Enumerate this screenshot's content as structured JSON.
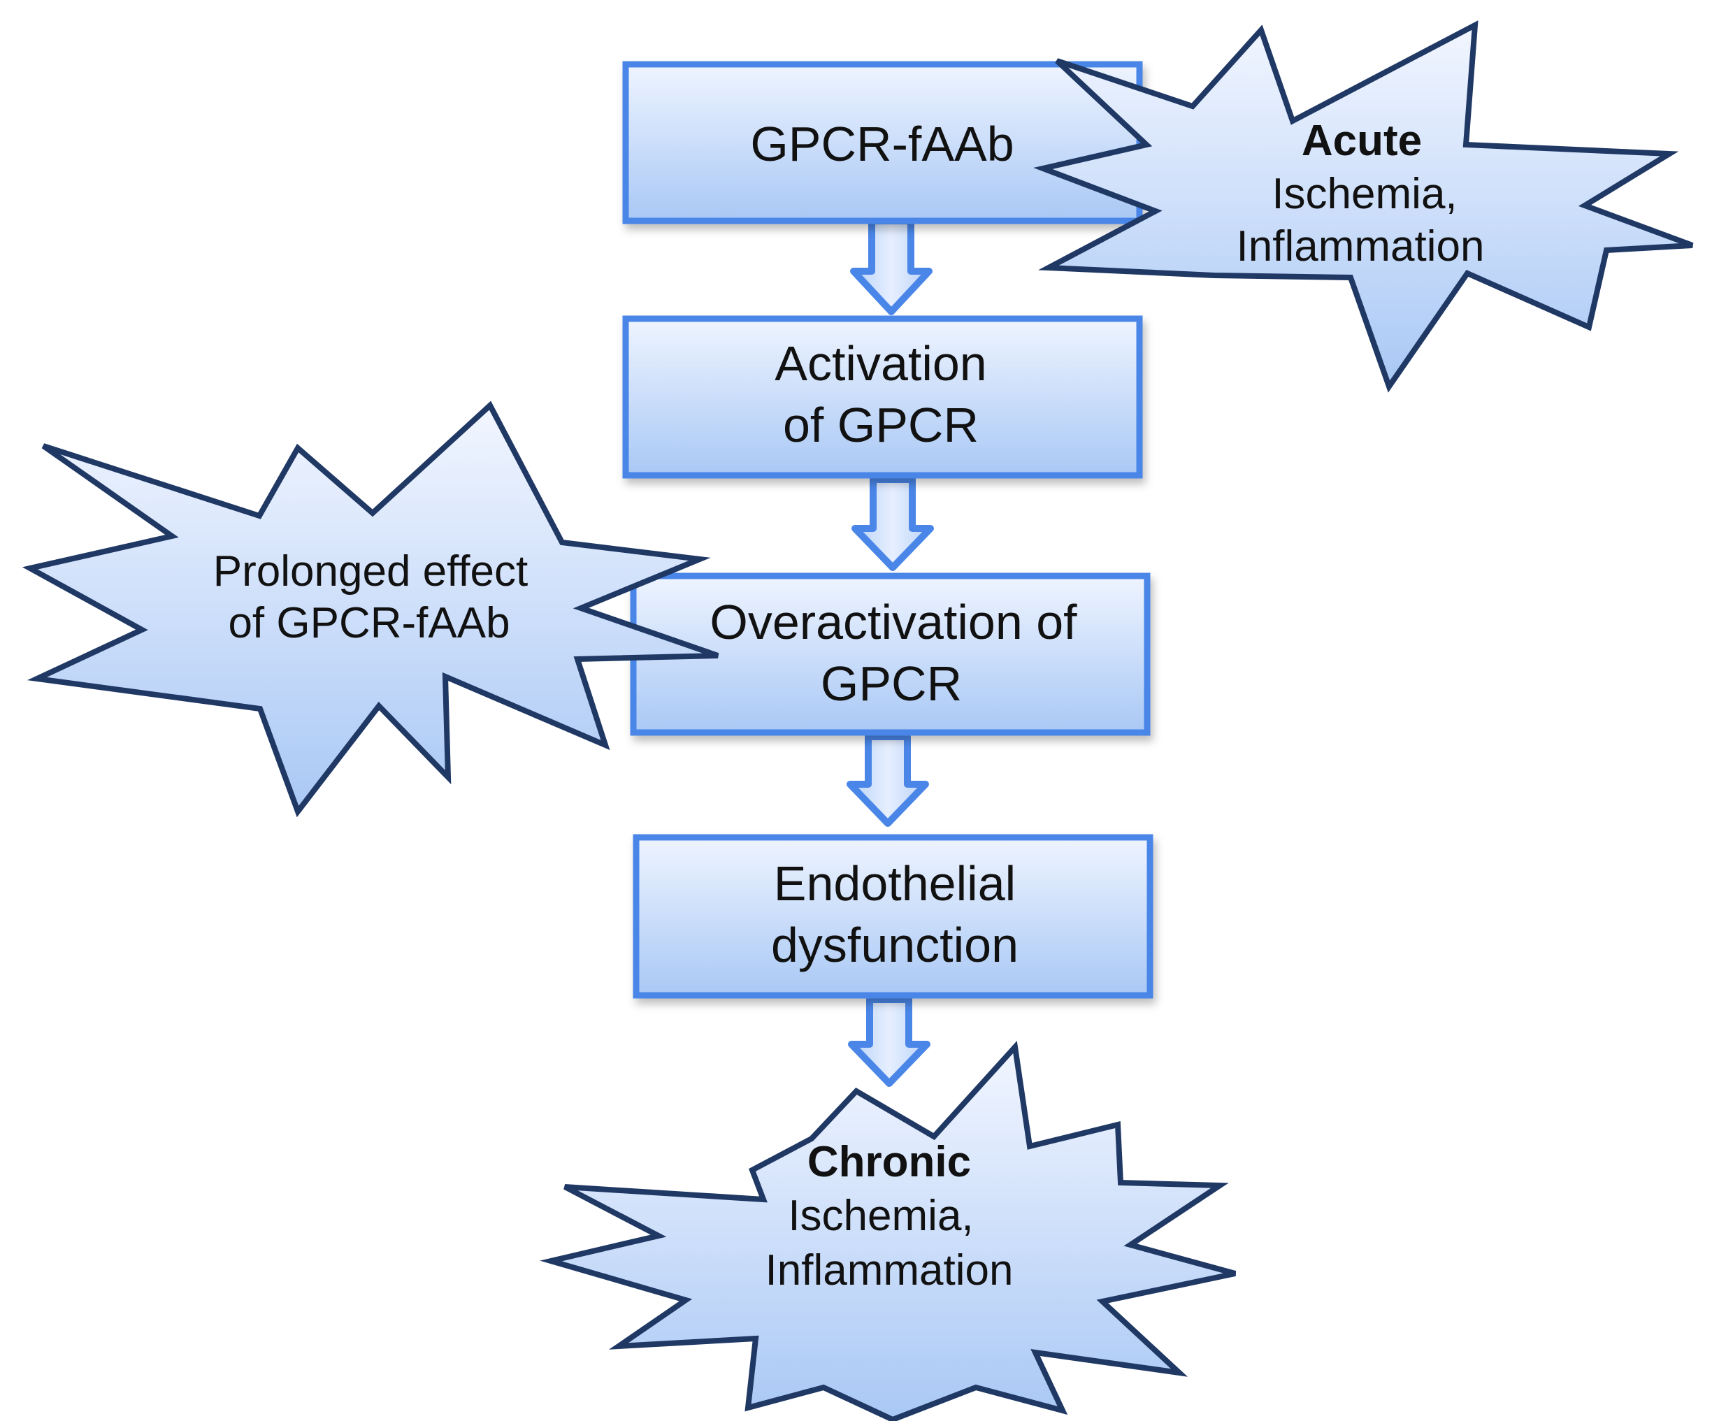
{
  "colors": {
    "fill_top": "#eef4ff",
    "fill_bottom": "#a9c8f5",
    "box_border": "#4a86e8",
    "burst_border": "#1f3864",
    "text": "#111111"
  },
  "flow": {
    "box1": {
      "line1": "GPCR-fAAb"
    },
    "box2": {
      "line1": "Activation",
      "line2": "of GPCR"
    },
    "box3": {
      "line1": "Overactivation of",
      "line2": "GPCR"
    },
    "box4": {
      "line1": "Endothelial",
      "line2": "dysfunction"
    }
  },
  "bursts": {
    "acute": {
      "title": "Acute",
      "line2": "Ischemia,",
      "line3": "Inflammation"
    },
    "prolonged": {
      "line1": "Prolonged effect",
      "line2": "of GPCR-fAAb"
    },
    "chronic": {
      "title": "Chronic",
      "line2": "Ischemia,",
      "line3": "Inflammation"
    }
  }
}
